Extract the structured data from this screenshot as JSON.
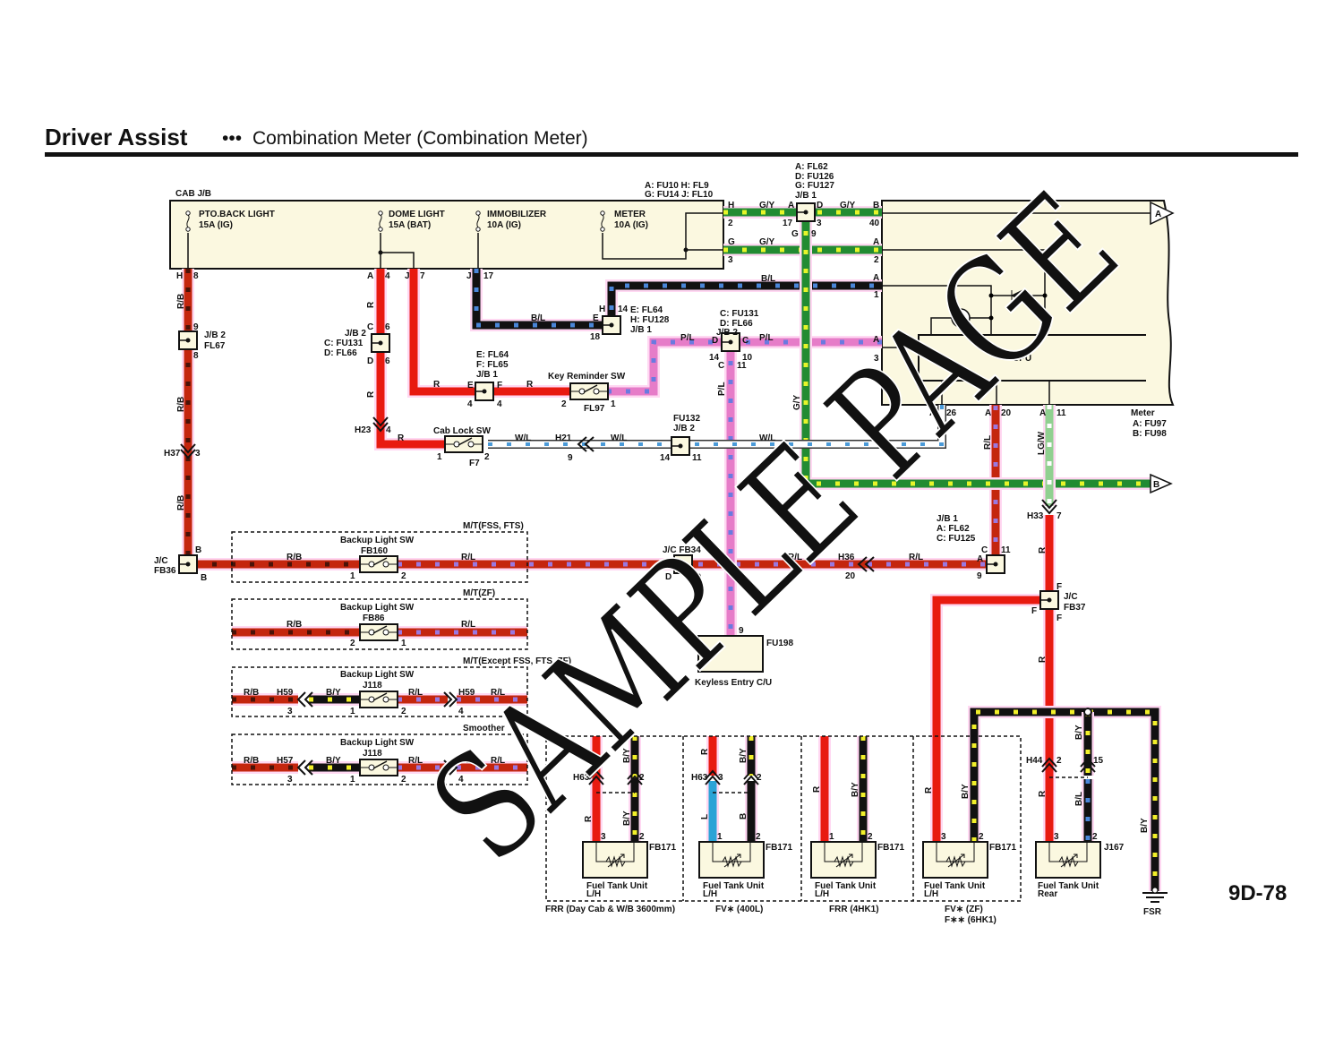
{
  "header": {
    "title": "Driver Assist",
    "separator": "•••",
    "subtitle": "Combination Meter (Combination Meter)"
  },
  "page_number": "9D-78",
  "watermark": "SAMPLE PAGE",
  "cab_jb": {
    "label": "CAB J/B",
    "conn_line1": "A: FU10   H: FL9",
    "conn_line2": "G: FU14   J: FL10",
    "fuses": [
      {
        "name": "PTO.BACK LIGHT",
        "rating": "15A (IG)"
      },
      {
        "name": "DOME LIGHT",
        "rating": "15A (BAT)"
      },
      {
        "name": "IMMOBILIZER",
        "rating": "10A (IG)"
      },
      {
        "name": "METER",
        "rating": "10A (IG)"
      }
    ]
  },
  "jb_top": [
    "A: FL62",
    "D: FU126",
    "G: FU127",
    "J/B 1"
  ],
  "jb_fl67": [
    "J/B 2",
    "FL67"
  ],
  "jb_dome": [
    "J/B 2",
    "C: FU131",
    "D: FL66"
  ],
  "jb_key": [
    "E: FL64",
    "F: FL65",
    "J/B 1"
  ],
  "jb_bl": [
    "E: FL64",
    "H: FU128",
    "J/B 1"
  ],
  "jb_pl": [
    "C: FU131",
    "D: FL66",
    "J/B 2"
  ],
  "jb_fu132": [
    "FU132",
    "J/B 2"
  ],
  "jb_rl": [
    "J/B 1",
    "A: FL62",
    "C: FU125"
  ],
  "jc": {
    "fb36": [
      "J/C",
      "FB36"
    ],
    "fb34": "J/C FB34",
    "fb37": [
      "J/C",
      "FB37"
    ]
  },
  "switches": {
    "key_reminder": {
      "label": "Key Reminder SW",
      "code": "FL97"
    },
    "cab_lock": {
      "label": "Cab Lock SW",
      "code": "F7"
    }
  },
  "connectors": {
    "h37": "H37",
    "h23": "H23",
    "h21": "H21",
    "h36": "H36",
    "h33": "H33",
    "h44": "H44",
    "h63": "H63",
    "h59": "H59",
    "h57": "H57"
  },
  "wire_codes": {
    "rb": "R/B",
    "r": "R",
    "rl": "R/L",
    "gy": "G/Y",
    "bl": "B/L",
    "pl": "P/L",
    "wl": "W/L",
    "lgw": "LG/W",
    "by": "B/Y",
    "l": "L",
    "b": "B"
  },
  "pin": {
    "A": "A",
    "B": "B",
    "C": "C",
    "D": "D",
    "E": "E",
    "F": "F",
    "G": "G",
    "H": "H",
    "J": "J",
    "1": "1",
    "2": "2",
    "3": "3",
    "4": "4",
    "6": "6",
    "7": "7",
    "8": "8",
    "9": "9",
    "10": "10",
    "11": "11",
    "14": "14",
    "15": "15",
    "17": "17",
    "18": "18",
    "20": "20",
    "26": "26",
    "40": "40"
  },
  "meter": {
    "label": "Meter",
    "conn_a": "A: FU97",
    "conn_b": "B: FU98",
    "cpu": "CPU",
    "arrow_a": "A",
    "arrow_b": "B"
  },
  "keyless": {
    "label": "Keyless Entry C/U",
    "code": "FU198"
  },
  "backup_variants": [
    {
      "condition": "M/T(FSS, FTS)",
      "label": "Backup Light SW",
      "code": "FB160"
    },
    {
      "condition": "M/T(ZF)",
      "label": "Backup Light SW",
      "code": "FB86"
    },
    {
      "condition": "M/T(Except FSS, FTS, ZF)",
      "label": "Backup Light SW",
      "code": "J118"
    },
    {
      "condition": "Smoother",
      "label": "Backup Light SW",
      "code": "J118"
    }
  ],
  "fuel_units": [
    {
      "name": "Fuel Tank Unit",
      "side": "L/H",
      "code": "FB171"
    },
    {
      "name": "Fuel Tank Unit",
      "side": "L/H",
      "code": "FB171"
    },
    {
      "name": "Fuel Tank Unit",
      "side": "L/H",
      "code": "FB171"
    },
    {
      "name": "Fuel Tank Unit",
      "side": "L/H",
      "code": "FB171"
    },
    {
      "name": "Fuel Tank Unit",
      "side": "Rear",
      "code": "J167"
    }
  ],
  "fuel_variants": [
    "FRR (Day Cab & W/B 3600mm)",
    "FV∗ (400L)",
    "FRR (4HK1)",
    "FV∗ (ZF)",
    "F∗∗ (6HK1)"
  ],
  "ground": "FSR"
}
